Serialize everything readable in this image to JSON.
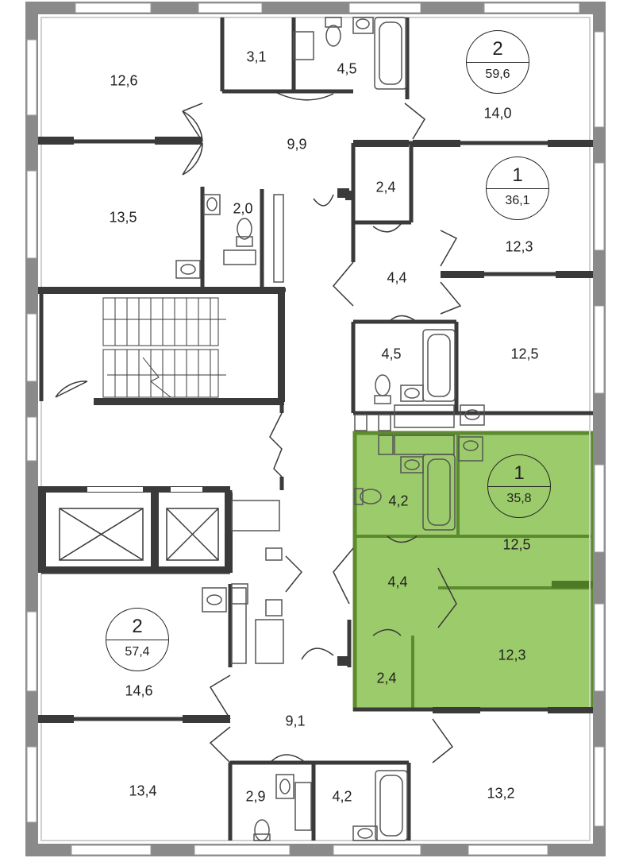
{
  "colors": {
    "wall": "#3a3a3a",
    "outer_wall": "#8a8a8a",
    "window": "#ffffff",
    "highlight_fill": "#9ccb6b",
    "highlight_wall": "#5c8a2e",
    "fixture": "#555555"
  },
  "apartments": [
    {
      "rooms": "2",
      "area": "59,6",
      "highlighted": false
    },
    {
      "rooms": "1",
      "area": "36,1",
      "highlighted": false
    },
    {
      "rooms": "1",
      "area": "35,8",
      "highlighted": true
    },
    {
      "rooms": "2",
      "area": "57,4",
      "highlighted": false
    }
  ],
  "rooms": [
    "12,6",
    "3,1",
    "4,5",
    "14,0",
    "9,9",
    "2,4",
    "13,5",
    "2,0",
    "12,3",
    "4,4",
    "4,5",
    "12,5",
    "4,2",
    "12,5",
    "4,4",
    "12,3",
    "2,4",
    "14,6",
    "9,1",
    "13,4",
    "2,9",
    "4,2",
    "13,2"
  ],
  "icons": [
    "stair-icon",
    "elevator-icon",
    "bathtub-icon",
    "toilet-icon",
    "sink-icon",
    "door-swing-icon"
  ]
}
